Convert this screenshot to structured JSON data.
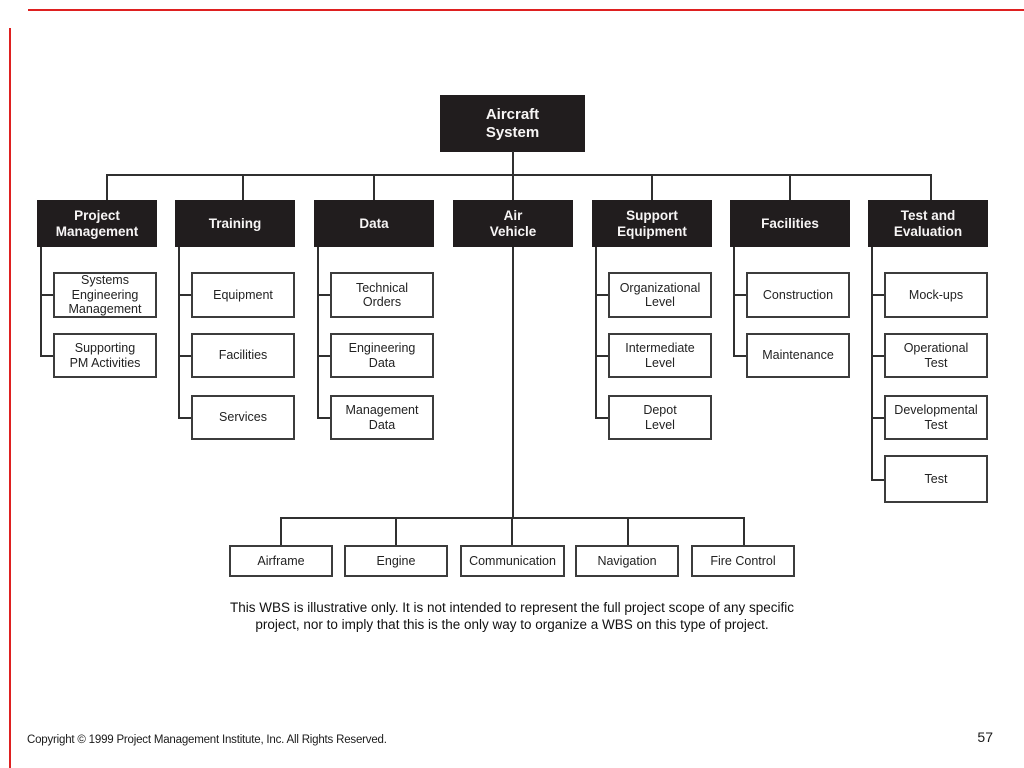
{
  "tree": {
    "root": {
      "label": "Aircraft\nSystem"
    },
    "branches": [
      {
        "label": "Project\nManagement",
        "children": [
          "Systems\nEngineering\nManagement",
          "Supporting\nPM Activities"
        ]
      },
      {
        "label": "Training",
        "children": [
          "Equipment",
          "Facilities",
          "Services"
        ]
      },
      {
        "label": "Data",
        "children": [
          "Technical\nOrders",
          "Engineering\nData",
          "Management\nData"
        ]
      },
      {
        "label": "Air\nVehicle",
        "children": [
          "Airframe",
          "Engine",
          "Communication",
          "Navigation",
          "Fire Control"
        ]
      },
      {
        "label": "Support\nEquipment",
        "children": [
          "Organizational\nLevel",
          "Intermediate\nLevel",
          "Depot\nLevel"
        ]
      },
      {
        "label": "Facilities",
        "children": [
          "Construction",
          "Maintenance"
        ]
      },
      {
        "label": "Test and\nEvaluation",
        "children": [
          "Mock-ups",
          "Operational\nTest",
          "Developmental\nTest",
          "Test"
        ]
      }
    ]
  },
  "footer": {
    "note": "This WBS is illustrative only. It is not intended to represent the full project scope of any specific\nproject, nor to imply that this is the only way to organize a WBS on this type of project.",
    "copyright": "Copyright © 1999 Project Management Institute, Inc.  All Rights Reserved.",
    "page_number": "57"
  },
  "colors": {
    "node_fill": "#211d1e",
    "line": "#303030",
    "guide_red": "#de2020"
  }
}
